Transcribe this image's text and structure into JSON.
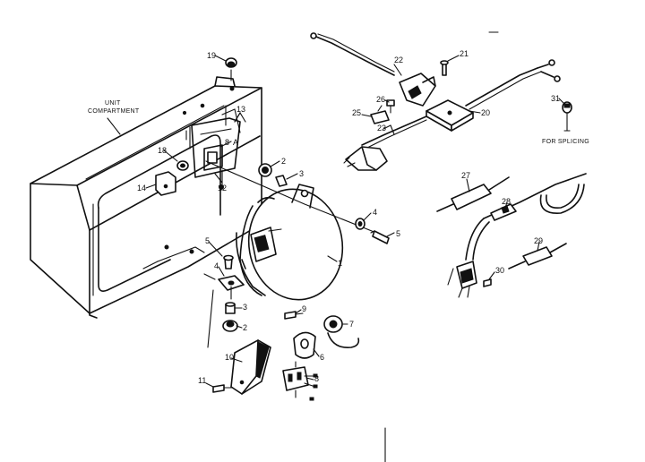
{
  "diagram": {
    "text": {
      "unit_compartment_line1": "UNIT",
      "unit_compartment_line2": "COMPARTMENT",
      "for_splicing": "FOR SPLICING"
    },
    "callouts": {
      "p1": "1",
      "p2a": "2",
      "p2b": "2",
      "p3a": "3",
      "p3b": "3",
      "p4a": "4",
      "p4b": "4",
      "p5a": "5",
      "p5b": "5",
      "p6": "6",
      "p7": "7",
      "p8": "8",
      "p9": "9",
      "p10": "10",
      "p11": "11",
      "p12": "12",
      "p13": "13",
      "p14": "14",
      "p18": "18",
      "p19": "19",
      "p20": "20",
      "p21": "21",
      "p22": "22",
      "p23": "23",
      "p25": "25",
      "p26": "26",
      "p27": "27",
      "p28": "28",
      "p29": "29",
      "p30": "30",
      "p31": "31",
      "p8a": "8",
      "p8b": "A"
    }
  }
}
